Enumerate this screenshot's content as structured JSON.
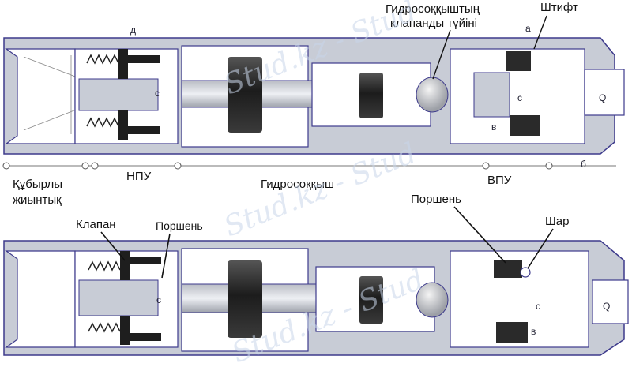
{
  "diagram": {
    "top_callouts": {
      "valve_node": [
        "Гидросоққыштың",
        "клапанды түйіні"
      ],
      "pin": "Штифт"
    },
    "top_labels": {
      "tubing_assembly": [
        "Құбырлы",
        "жиынтық"
      ],
      "npu": "НПУ",
      "hydro_hammer": "Гидросоққыш",
      "vpu": "ВПУ"
    },
    "bottom_labels": {
      "piston_right": "Поршень",
      "valve": "Клапан",
      "piston_left": "Поршень",
      "ball": "Шар"
    },
    "port_letters": {
      "a_top": "а",
      "a_left": "д",
      "c_top_left": "с",
      "c_top_right": "с",
      "v_top": "в",
      "b_top": "б",
      "q_top": "Q",
      "c_bottom_left": "с",
      "c_bottom_right": "с",
      "v_bottom": "в",
      "q_bottom": "Q"
    },
    "watermark": "Stud.kz - Stud"
  },
  "colors": {
    "housing": "#c8ccd6",
    "outline": "#3d3a8c",
    "dark_block": "#2a2a2a",
    "cavity": "#ffffff"
  }
}
